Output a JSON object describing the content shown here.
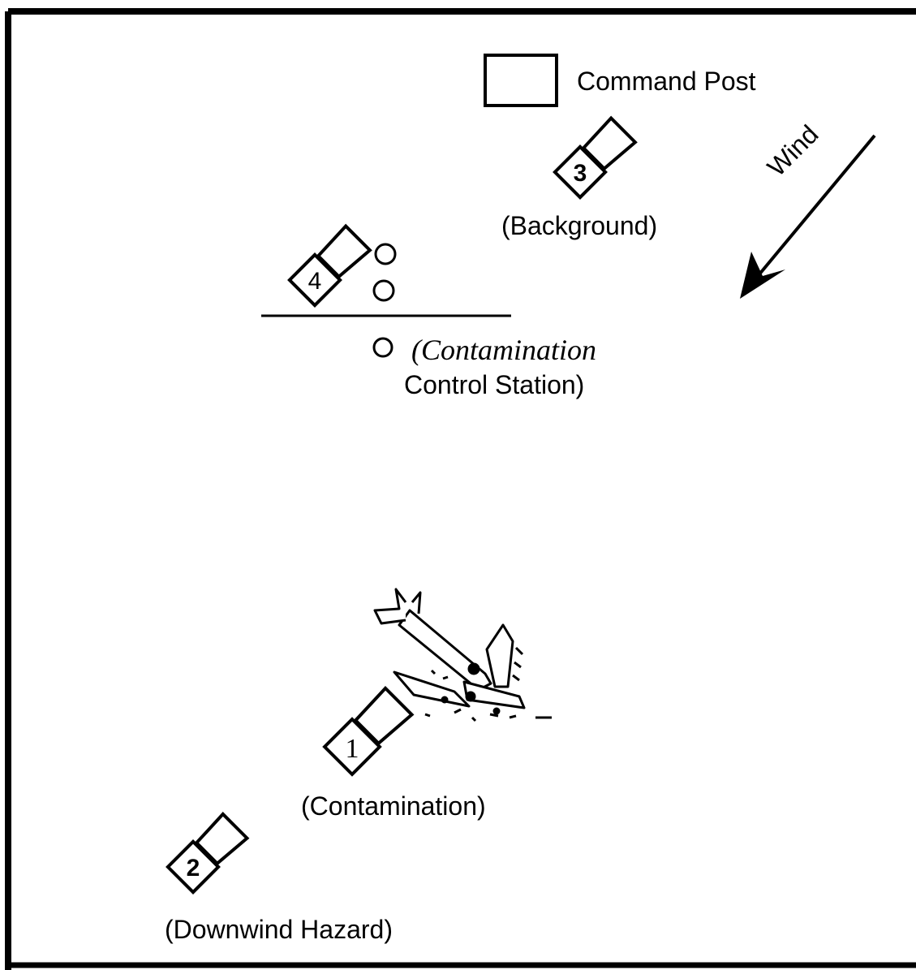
{
  "command_post_label": "Command Post",
  "wind_label": "Wind",
  "stations": [
    {
      "number": "1",
      "caption": "(Contamination)"
    },
    {
      "number": "2",
      "caption": "(Downwind Hazard)"
    },
    {
      "number": "3",
      "caption": "(Background)"
    },
    {
      "number": "4",
      "caption_line1": "(Contamination",
      "caption_line2": "Control Station)"
    }
  ],
  "icons": [
    "instrument-icon",
    "aircraft-wreck-icon",
    "wind-arrow-icon",
    "command-post-icon",
    "control-point-icon"
  ]
}
